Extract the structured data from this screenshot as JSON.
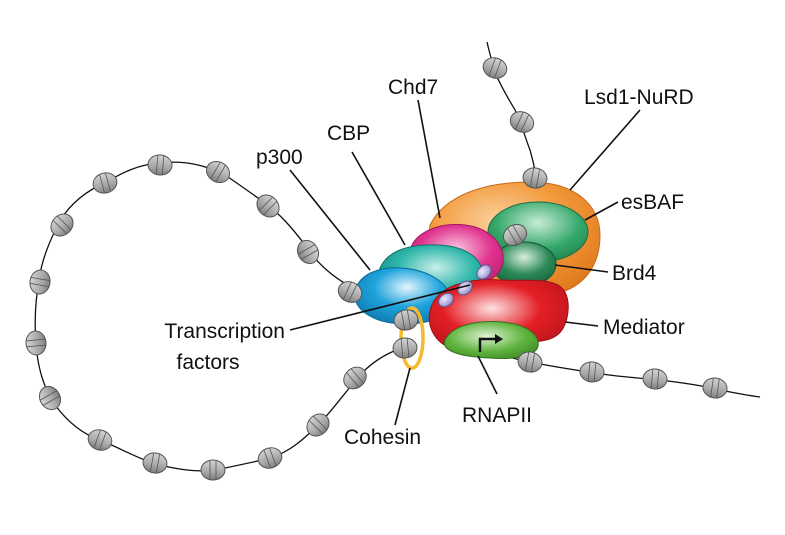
{
  "labels": {
    "chd7": "Chd7",
    "lsd1_nurd": "Lsd1-NuRD",
    "cbp": "CBP",
    "p300": "p300",
    "esbaf": "esBAF",
    "brd4": "Brd4",
    "transcription_factors_line1": "Transcription",
    "transcription_factors_line2": "factors",
    "mediator": "Mediator",
    "rnapii": "RNAPII",
    "cohesin": "Cohesin"
  },
  "colors": {
    "lsd1_nurd": "#f39a3d",
    "esbaf": "#35a86b",
    "brd4": "#1f7a4a",
    "chd7": "#e0328e",
    "cbp": "#2bb5a8",
    "p300": "#1ea3dc",
    "mediator": "#e41f26",
    "rnapii": "#5cb33b",
    "cohesin": "#f5b82e",
    "nucleosome": "#a8a8a8",
    "transcription_factor": "#8e87c9"
  },
  "icons": {
    "nucleosome": "nucleosome-icon",
    "promoter_arrow": "transcription-start-arrow-icon"
  }
}
